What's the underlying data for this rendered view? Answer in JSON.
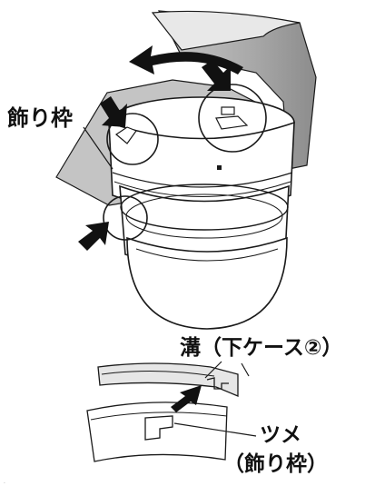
{
  "labels": {
    "decor_ring": "飾り枠",
    "groove": "溝（下ケース②）",
    "tab": "ツメ",
    "tab_sub": "（飾り枠）"
  },
  "colors": {
    "line": "#1a1a1a",
    "shade": "#9a9a9a",
    "shade_light": "#cfcfcf",
    "arrow": "#111111"
  },
  "icons": {
    "rotation": "curved-arrow-icon",
    "push": "solid-arrow-icon"
  }
}
